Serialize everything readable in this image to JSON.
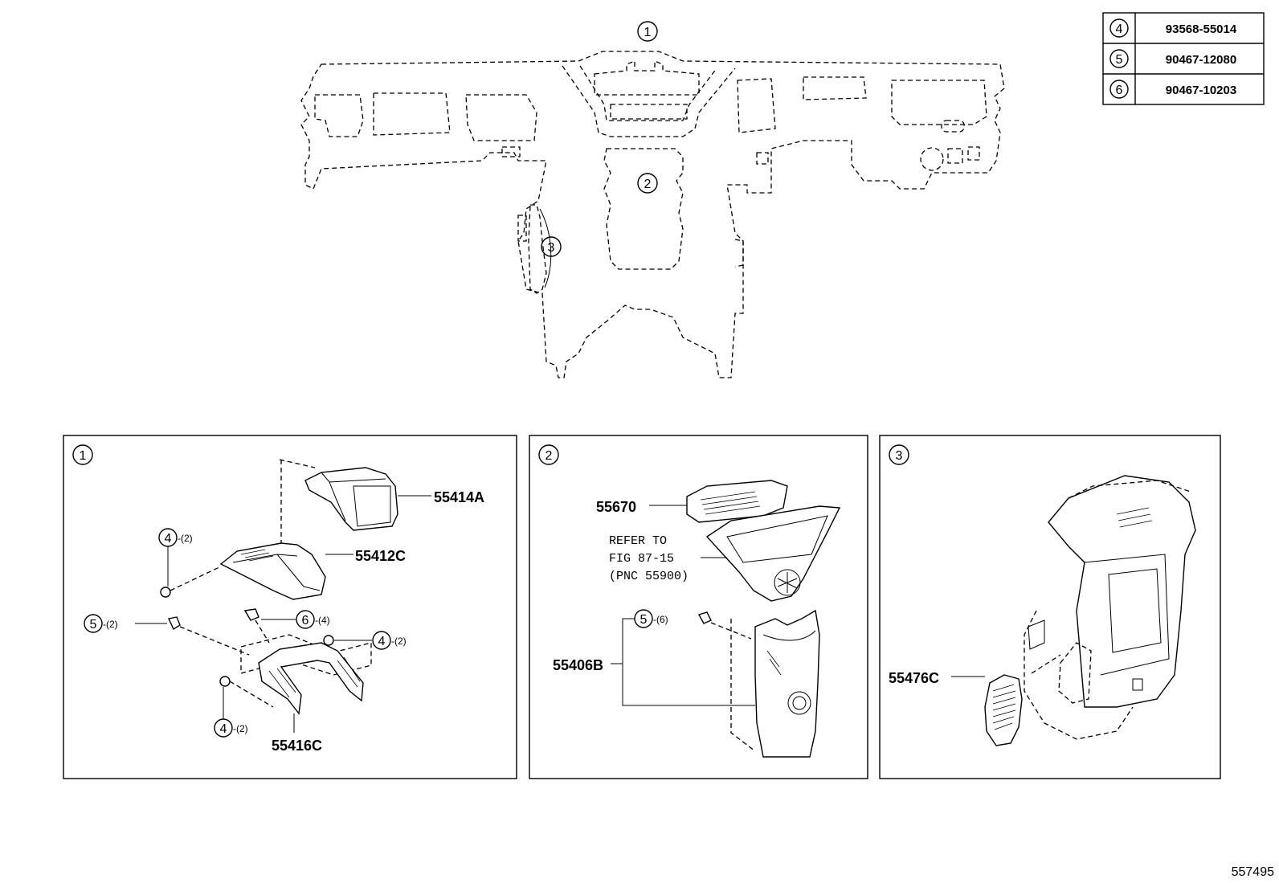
{
  "legend": [
    {
      "num": "4",
      "part_no": "93568-55014"
    },
    {
      "num": "5",
      "part_no": "90467-12080"
    },
    {
      "num": "6",
      "part_no": "90467-10203"
    }
  ],
  "overview": {
    "callouts": [
      "1",
      "2",
      "3"
    ]
  },
  "panel1": {
    "number": "1",
    "parts": {
      "p55414A": "55414A",
      "p55412C": "55412C",
      "p55416C": "55416C"
    },
    "fasteners": {
      "f4a": {
        "num": "4",
        "qty": "-(2)"
      },
      "f5": {
        "num": "5",
        "qty": "-(2)"
      },
      "f6": {
        "num": "6",
        "qty": "-(4)"
      },
      "f4b": {
        "num": "4",
        "qty": "-(2)"
      },
      "f4c": {
        "num": "4",
        "qty": "-(2)"
      }
    }
  },
  "panel2": {
    "number": "2",
    "parts": {
      "p55670": "55670",
      "p55406B": "55406B"
    },
    "refer": [
      "REFER TO",
      "FIG 87-15",
      "(PNC 55900)"
    ],
    "fasteners": {
      "f5": {
        "num": "5",
        "qty": "-(6)"
      }
    }
  },
  "panel3": {
    "number": "3",
    "parts": {
      "p55476C": "55476C"
    }
  },
  "figure_id": "557495"
}
